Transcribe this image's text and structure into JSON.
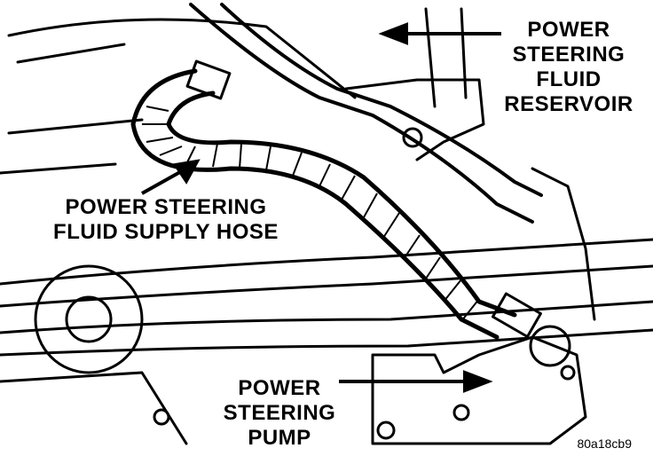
{
  "labels": {
    "reservoir": [
      "POWER",
      "STEERING",
      "FLUID",
      "RESERVOIR"
    ],
    "supply_hose": [
      "POWER STEERING",
      "FLUID SUPPLY HOSE"
    ],
    "pump": [
      "POWER",
      "STEERING",
      "PUMP"
    ]
  },
  "figure_id": "80a18cb9"
}
